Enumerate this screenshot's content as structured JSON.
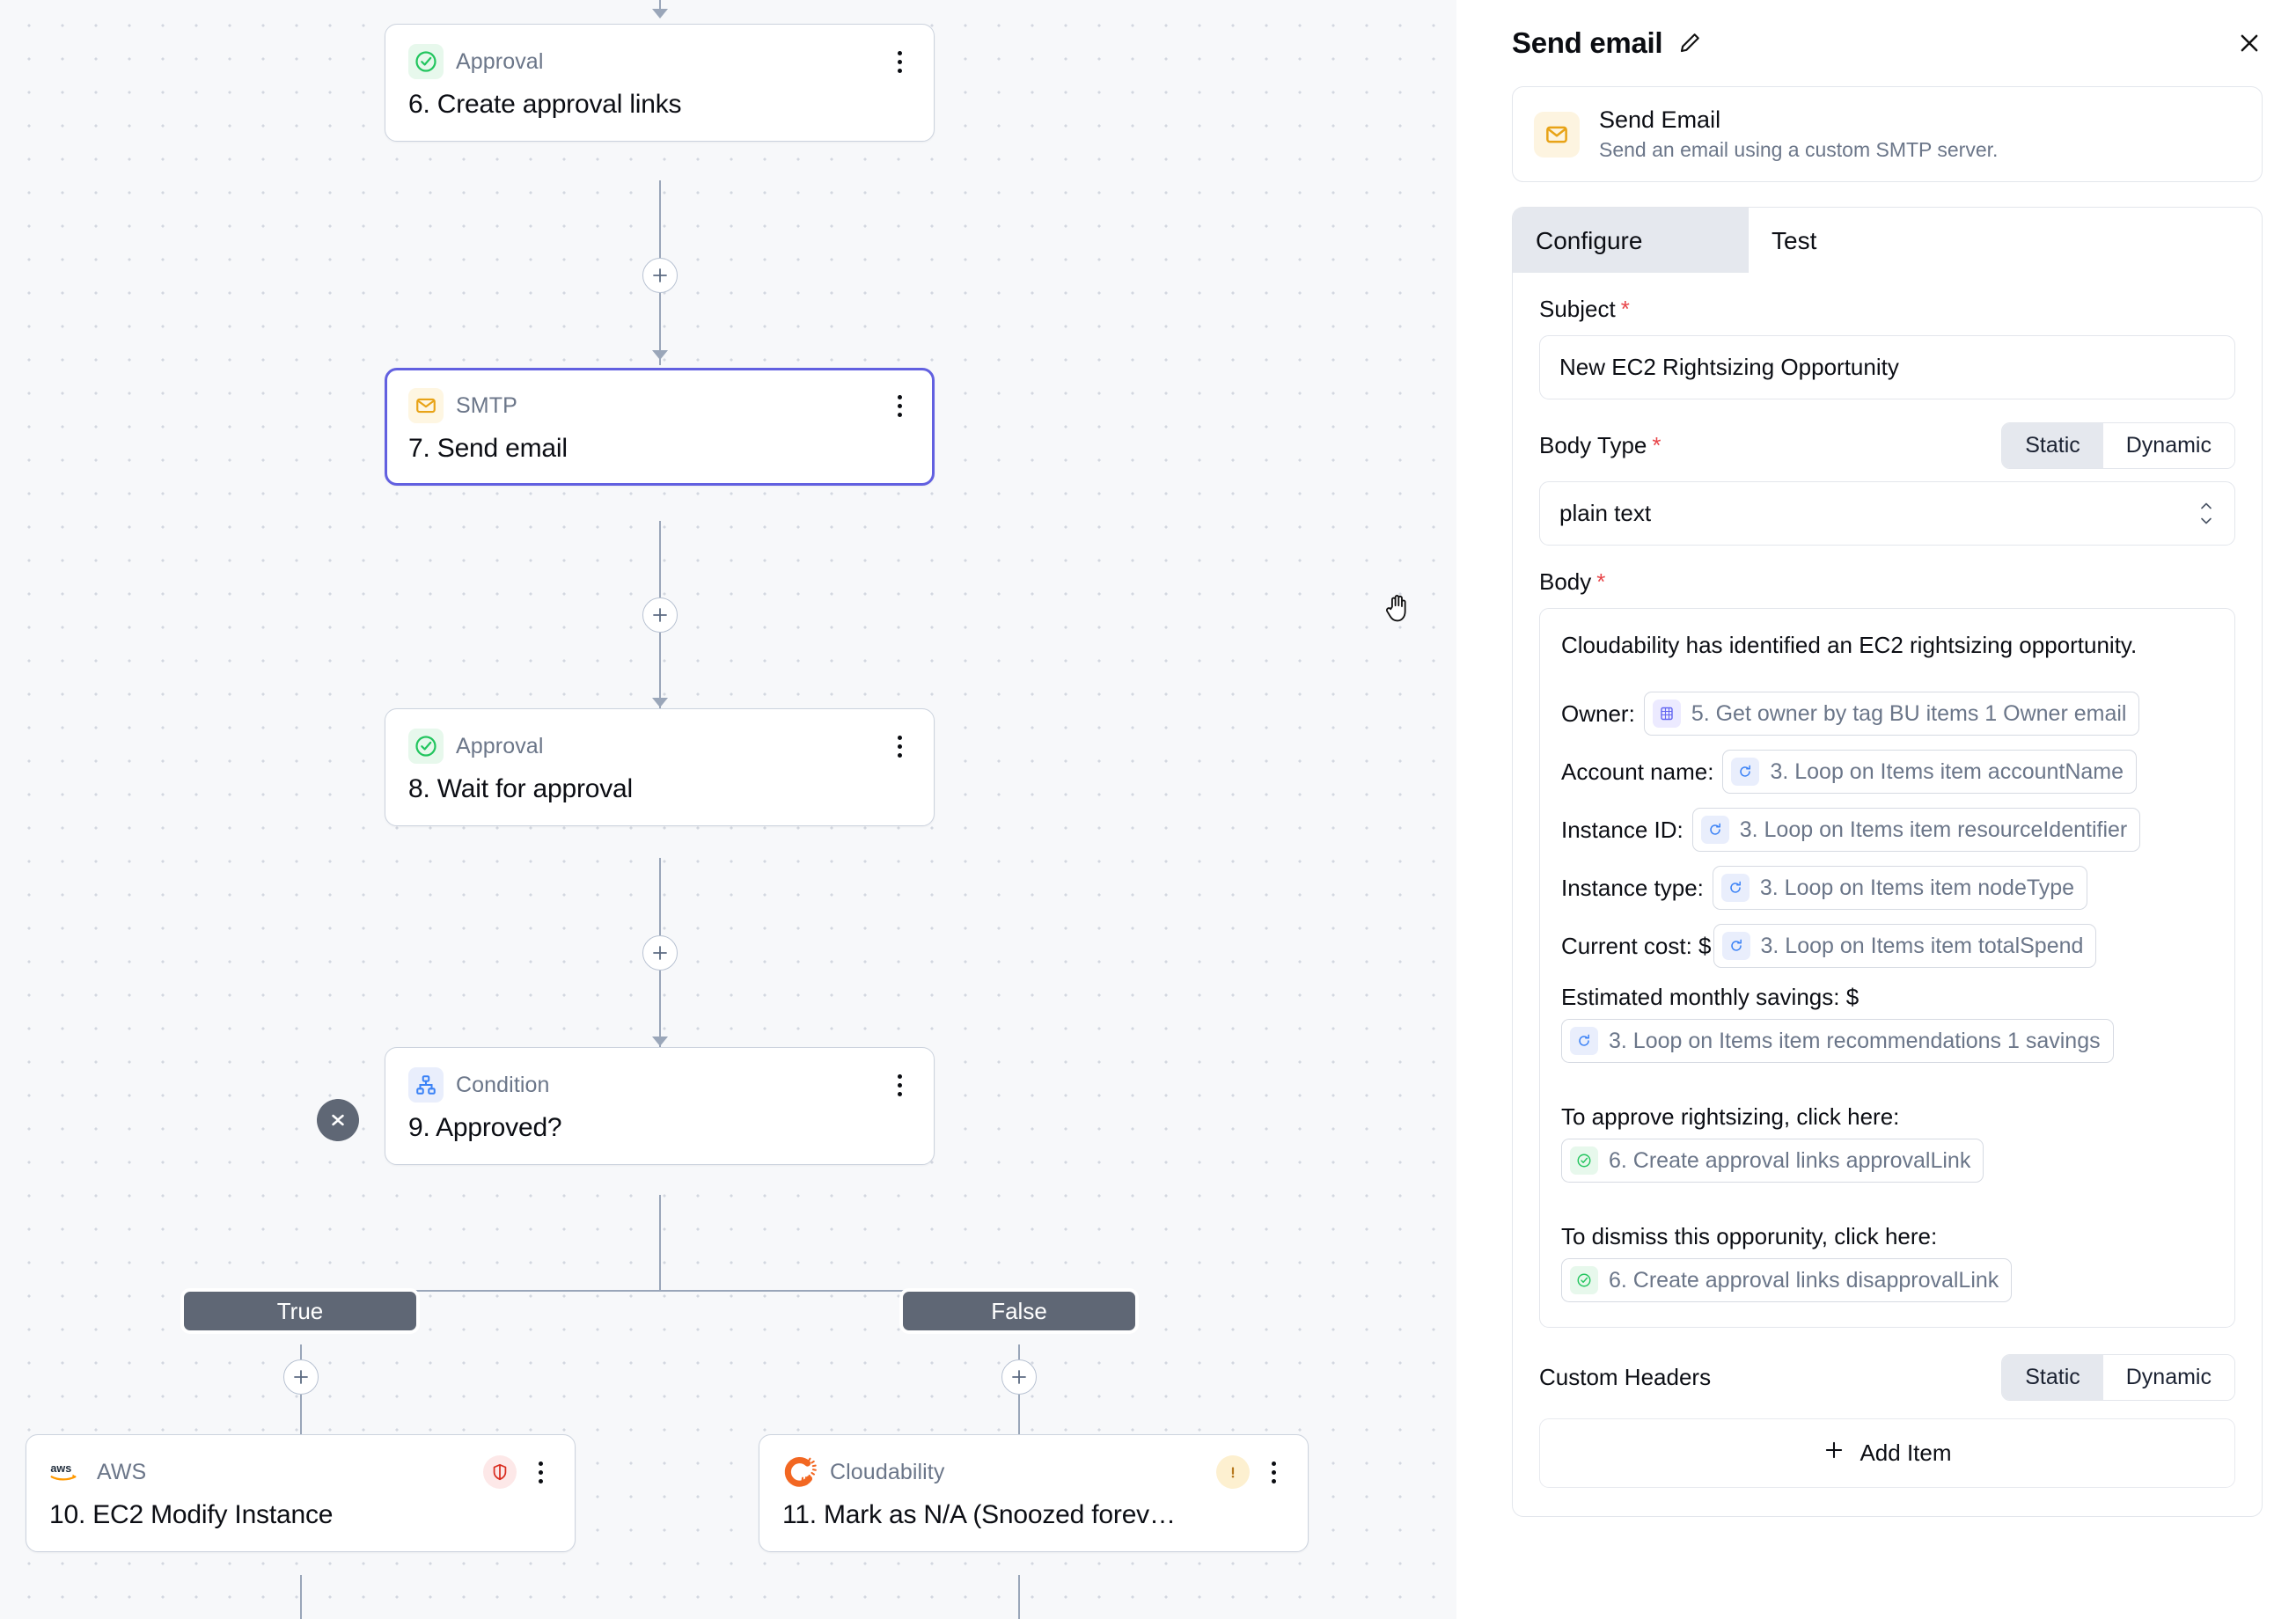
{
  "canvas": {
    "nodes": [
      {
        "id": "n6",
        "type": "Approval",
        "icon": "check-circle-icon",
        "title": "6. Create approval links",
        "selected": false,
        "status": null
      },
      {
        "id": "n7",
        "type": "SMTP",
        "icon": "envelope-icon",
        "title": "7. Send email",
        "selected": true,
        "status": null
      },
      {
        "id": "n8",
        "type": "Approval",
        "icon": "check-circle-icon",
        "title": "8. Wait for approval",
        "selected": false,
        "status": null
      },
      {
        "id": "n9",
        "type": "Condition",
        "icon": "branch-icon",
        "title": "9. Approved?",
        "selected": false,
        "status": null
      },
      {
        "id": "n10",
        "type": "AWS",
        "icon": "aws-logo-icon",
        "title": "10. EC2 Modify Instance",
        "selected": false,
        "status": "error"
      },
      {
        "id": "n11",
        "type": "Cloudability",
        "icon": "cloudability-logo-icon",
        "title": "11. Mark as N/A (Snoozed forev…",
        "selected": false,
        "status": "warning"
      }
    ],
    "branches": [
      {
        "label": "True"
      },
      {
        "label": "False"
      }
    ],
    "add_button_label": "+",
    "collapse_button_label": "collapse"
  },
  "panel": {
    "title": "Send email",
    "edit_icon": "pencil-icon",
    "close_icon": "close-icon",
    "action_card": {
      "icon": "envelope-icon",
      "name": "Send Email",
      "description": "Send an email using a custom SMTP server."
    },
    "tabs": [
      {
        "label": "Configure",
        "active": true
      },
      {
        "label": "Test",
        "active": false
      }
    ],
    "fields": {
      "subject": {
        "label": "Subject",
        "required": "*",
        "value": "New EC2 Rightsizing Opportunity"
      },
      "body_type": {
        "label": "Body Type",
        "required": "*",
        "segments": [
          {
            "label": "Static",
            "active": true
          },
          {
            "label": "Dynamic",
            "active": false
          }
        ],
        "value": "plain text"
      },
      "body": {
        "label": "Body",
        "required": "*",
        "intro": "Cloudability has identified an EC2 rightsizing opportunity.",
        "rows": [
          {
            "label": "Owner:",
            "chip": "5. Get owner by tag BU items 1 Owner email",
            "chip_icon": "table-icon"
          },
          {
            "label": "Account name:",
            "chip": "3. Loop on Items item accountName",
            "chip_icon": "loop-icon"
          },
          {
            "label": "Instance ID:",
            "chip": "3. Loop on Items item resourceIdentifier",
            "chip_icon": "loop-icon"
          },
          {
            "label": "Instance type:",
            "chip": "3. Loop on Items item nodeType",
            "chip_icon": "loop-icon"
          },
          {
            "label": "Current cost: $",
            "chip": "3. Loop on Items item totalSpend",
            "chip_icon": "loop-icon"
          }
        ],
        "savings_label": "Estimated monthly savings: $",
        "savings_chip": "3. Loop on Items item recommendations 1 savings",
        "savings_chip_icon": "loop-icon",
        "approve_label": "To approve rightsizing, click here:",
        "approve_chip": "6. Create approval links approvalLink",
        "approve_chip_icon": "check-circle-icon",
        "dismiss_label": "To dismiss this opporunity, click here:",
        "dismiss_chip": "6. Create approval links disapprovalLink",
        "dismiss_chip_icon": "check-circle-icon"
      },
      "custom_headers": {
        "label": "Custom Headers",
        "segments": [
          {
            "label": "Static",
            "active": true
          },
          {
            "label": "Dynamic",
            "active": false
          }
        ],
        "add_item_label": "Add Item"
      }
    }
  },
  "colors": {
    "accent": "#6260e0",
    "green": "#22c55e",
    "yellow": "#e8a317",
    "blue": "#3b82f6",
    "red": "#e8464a",
    "orange": "#f26722",
    "edge": "#9aa6b9",
    "pill": "#5f6775"
  }
}
